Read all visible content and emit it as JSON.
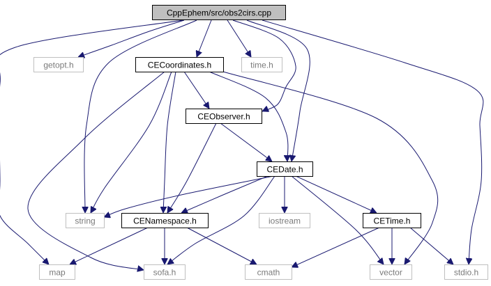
{
  "diagram": {
    "colors": {
      "edge": "#191970",
      "root_fill": "#bfbfbf",
      "root_border": "#000000",
      "node_border": "#000000",
      "external_border": "#bfbfbf",
      "external_text": "#7a7a7a"
    },
    "nodes": [
      {
        "id": "root",
        "label": "CppEphem/src/obs2cirs.cpp",
        "kind": "root"
      },
      {
        "id": "getopt",
        "label": "getopt.h",
        "kind": "external"
      },
      {
        "id": "cecoord",
        "label": "CECoordinates.h",
        "kind": "internal"
      },
      {
        "id": "time",
        "label": "time.h",
        "kind": "external"
      },
      {
        "id": "ceobs",
        "label": "CEObserver.h",
        "kind": "internal"
      },
      {
        "id": "cedate",
        "label": "CEDate.h",
        "kind": "internal"
      },
      {
        "id": "string",
        "label": "string",
        "kind": "external"
      },
      {
        "id": "cens",
        "label": "CENamespace.h",
        "kind": "internal"
      },
      {
        "id": "iostream",
        "label": "iostream",
        "kind": "external"
      },
      {
        "id": "cetime",
        "label": "CETime.h",
        "kind": "internal"
      },
      {
        "id": "map",
        "label": "map",
        "kind": "external"
      },
      {
        "id": "sofa",
        "label": "sofa.h",
        "kind": "external"
      },
      {
        "id": "cmath",
        "label": "cmath",
        "kind": "external"
      },
      {
        "id": "vector",
        "label": "vector",
        "kind": "external"
      },
      {
        "id": "stdio",
        "label": "stdio.h",
        "kind": "external"
      }
    ],
    "edges": [
      {
        "from": "root",
        "to": "map"
      },
      {
        "from": "root",
        "to": "getopt"
      },
      {
        "from": "root",
        "to": "string"
      },
      {
        "from": "root",
        "to": "cecoord"
      },
      {
        "from": "root",
        "to": "time"
      },
      {
        "from": "root",
        "to": "ceobs"
      },
      {
        "from": "root",
        "to": "cedate"
      },
      {
        "from": "root",
        "to": "stdio"
      },
      {
        "from": "cecoord",
        "to": "string"
      },
      {
        "from": "cecoord",
        "to": "sofa"
      },
      {
        "from": "cecoord",
        "to": "cens"
      },
      {
        "from": "cecoord",
        "to": "ceobs"
      },
      {
        "from": "cecoord",
        "to": "cedate"
      },
      {
        "from": "cecoord",
        "to": "vector"
      },
      {
        "from": "ceobs",
        "to": "cens"
      },
      {
        "from": "ceobs",
        "to": "cedate"
      },
      {
        "from": "cedate",
        "to": "string"
      },
      {
        "from": "cedate",
        "to": "cens"
      },
      {
        "from": "cedate",
        "to": "sofa"
      },
      {
        "from": "cedate",
        "to": "iostream"
      },
      {
        "from": "cedate",
        "to": "cetime"
      },
      {
        "from": "cedate",
        "to": "vector"
      },
      {
        "from": "cens",
        "to": "map"
      },
      {
        "from": "cens",
        "to": "sofa"
      },
      {
        "from": "cens",
        "to": "cmath"
      },
      {
        "from": "cetime",
        "to": "cmath"
      },
      {
        "from": "cetime",
        "to": "vector"
      },
      {
        "from": "cetime",
        "to": "stdio"
      }
    ]
  }
}
